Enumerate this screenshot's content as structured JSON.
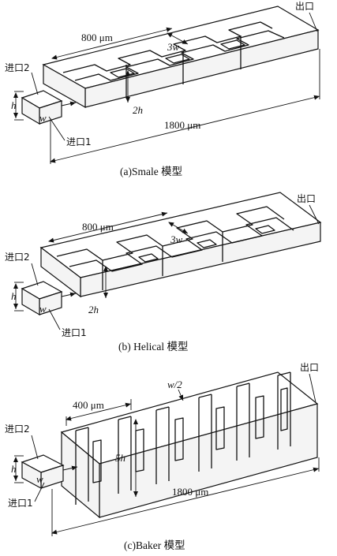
{
  "figure_a": {
    "label_inlet2": "进口2",
    "label_inlet1": "进口1",
    "label_outlet": "出口",
    "dim_h": "h",
    "dim_w": "w",
    "dim_2h": "2h",
    "dim_3w": "3w",
    "dim_800": "800 μm",
    "dim_1800": "1800 μm",
    "caption": "(a)Smale 模型"
  },
  "figure_b": {
    "label_inlet2": "进口2",
    "label_inlet1": "进口1",
    "label_outlet": "出口",
    "dim_h": "h",
    "dim_w": "w",
    "dim_2h": "2h",
    "dim_3w": "3w",
    "dim_800": "800 μm",
    "caption": "(b) Helical 模型"
  },
  "figure_c": {
    "label_inlet2": "进口2",
    "label_inlet1": "进口1",
    "label_outlet": "出口",
    "dim_h": "h",
    "dim_w": "w",
    "dim_w2": "w/2",
    "dim_5h": "5h",
    "dim_400": "400 μm",
    "dim_1800": "1800 μm",
    "caption": "(c)Baker 模型"
  }
}
